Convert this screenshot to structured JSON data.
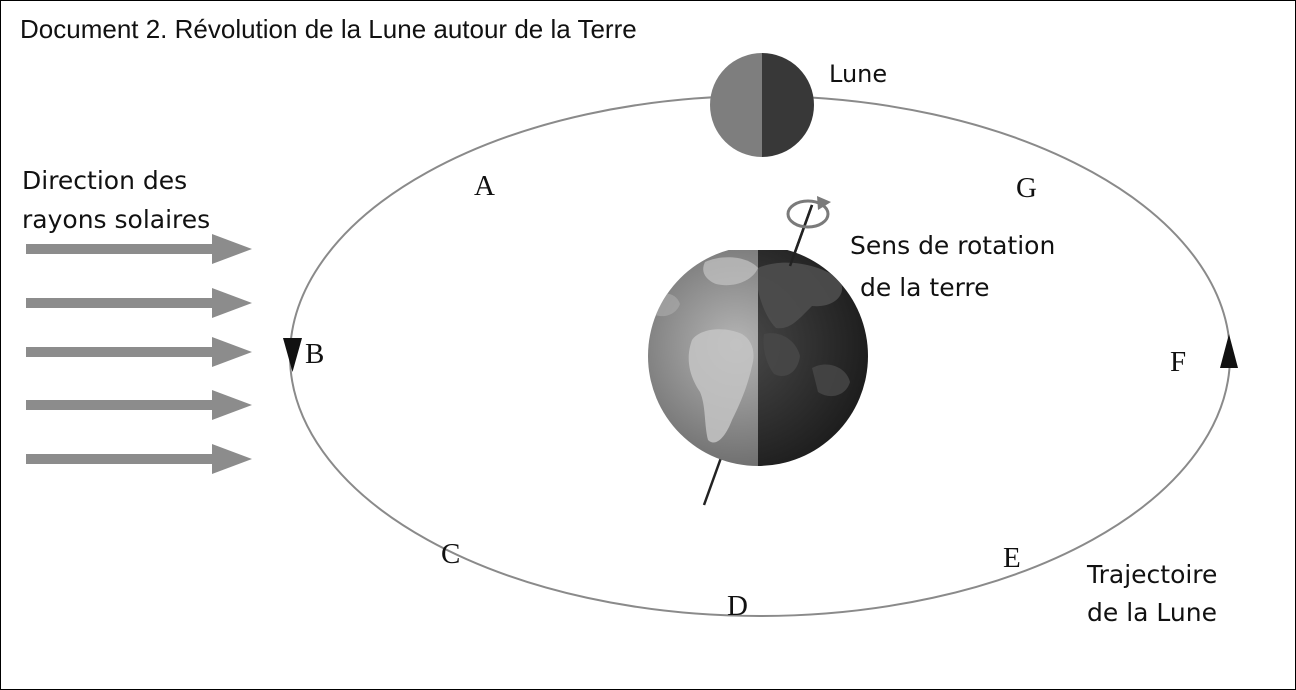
{
  "title": "Document 2. Révolution de la Lune autour de la Terre",
  "labels": {
    "moon": "Lune",
    "sun_rays": [
      "Direction des",
      "rayons solaires"
    ],
    "rotation": [
      "Sens de rotation",
      "de la terre"
    ],
    "trajectory": [
      "Trajectoire",
      "de la Lune"
    ]
  },
  "positions": [
    {
      "letter": "A"
    },
    {
      "letter": "B"
    },
    {
      "letter": "C"
    },
    {
      "letter": "D"
    },
    {
      "letter": "E"
    },
    {
      "letter": "F"
    },
    {
      "letter": "G"
    }
  ],
  "colors": {
    "orbit": "#8a8a8a",
    "rays": "#8c8c8c",
    "moon_lit": "#7e7e7e",
    "moon_dark": "#383838",
    "earth_lit": "#8f8f8f",
    "earth_dark": "#2e2e2e"
  },
  "icons": {
    "rotation": "rotation-arrow-icon",
    "orbit_arrows": "arrowhead-icon"
  }
}
